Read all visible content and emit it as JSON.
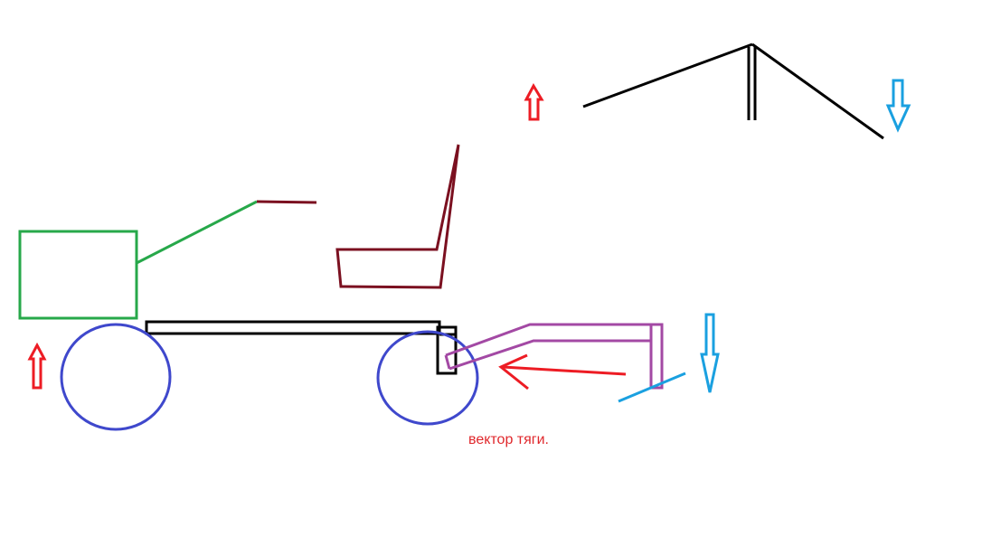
{
  "caption": "вектор тяги.",
  "colors": {
    "background": "#ffffff",
    "engine": "#27a84a",
    "handle": "#7b1020",
    "seat": "#7b1020",
    "frame": "#000000",
    "wheels": "#3f48cc",
    "hitch": "#a349a4",
    "plow_blade": "#1aa0e0",
    "thrust_arrow": "#ed1c24",
    "down_arrows": "#1aa0e0",
    "up_arrows": "#ed1c24",
    "lever": "#000000",
    "caption": "#e0282c"
  },
  "icons": {
    "up_arrow": "hollow-up-arrow",
    "down_arrow": "hollow-down-arrow",
    "thrust": "left-arrow",
    "lever": "pivot-lever"
  }
}
